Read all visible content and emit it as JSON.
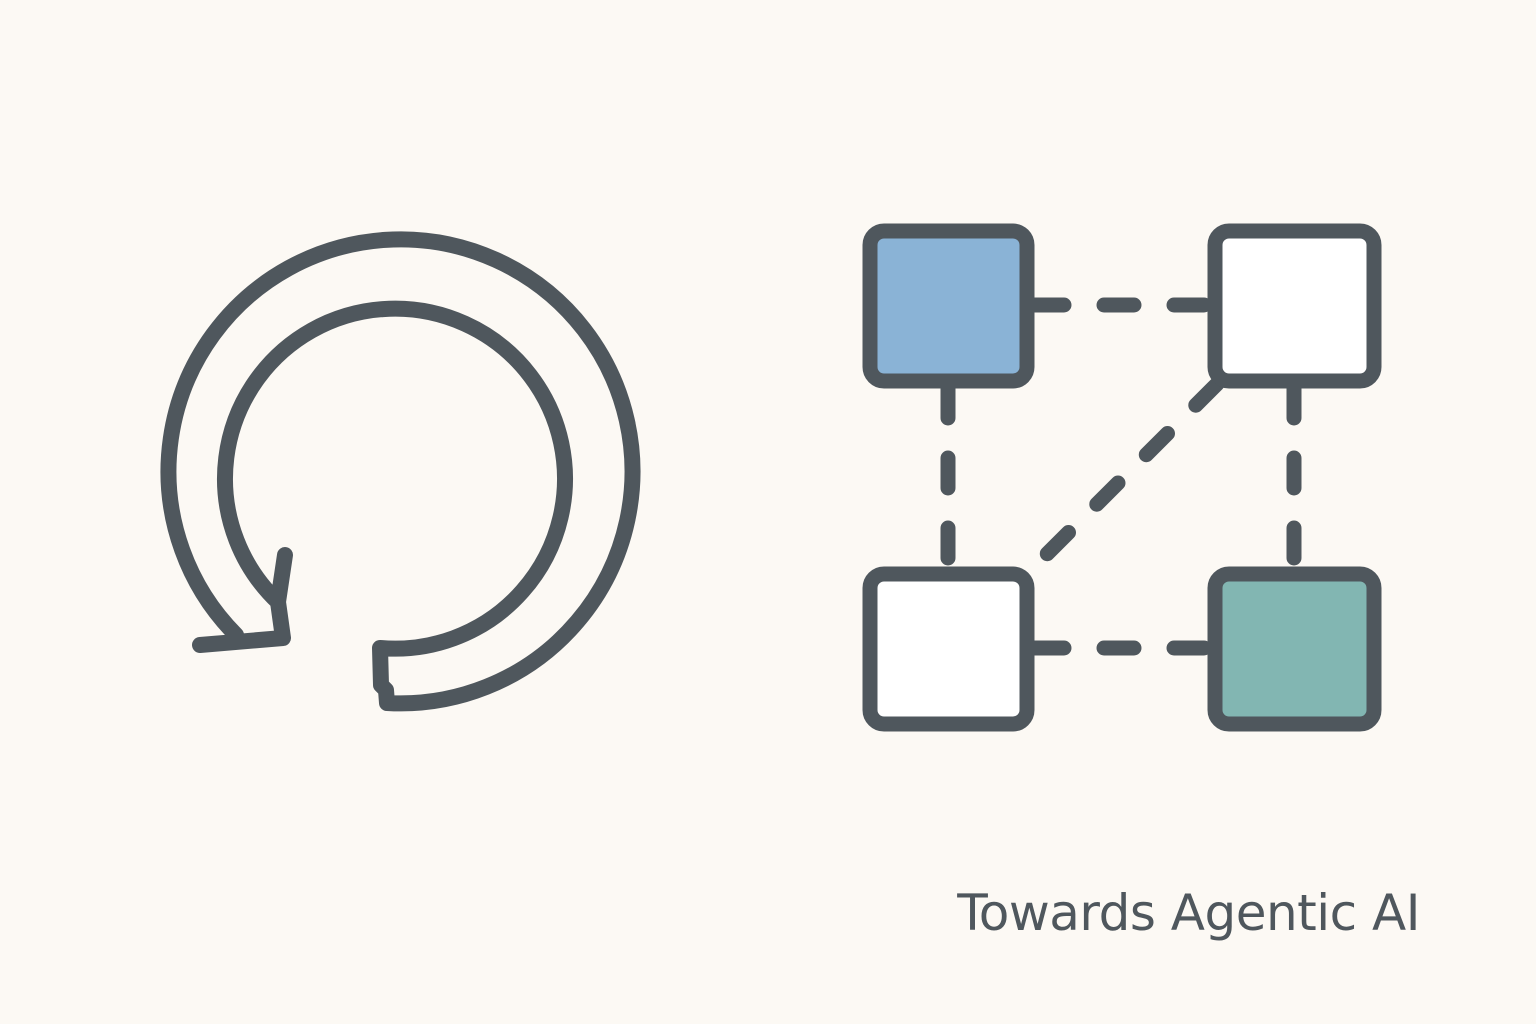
{
  "caption": "Towards Agentic AI",
  "colors": {
    "background": "#FCF9F4",
    "stroke": "#4F575D",
    "node_blue": "#8AB3D6",
    "node_teal": "#82B6B2",
    "node_empty": "#FFFFFF"
  },
  "icons": {
    "loop": "circular-arrow-icon",
    "network": "node-network-icon"
  },
  "network": {
    "nodes": [
      {
        "id": "top-left",
        "fill": "blue"
      },
      {
        "id": "top-right",
        "fill": "empty"
      },
      {
        "id": "bottom-left",
        "fill": "empty"
      },
      {
        "id": "bottom-right",
        "fill": "teal"
      }
    ],
    "edges": [
      {
        "from": "top-left",
        "to": "top-right",
        "style": "dashed"
      },
      {
        "from": "top-left",
        "to": "bottom-left",
        "style": "dashed"
      },
      {
        "from": "top-right",
        "to": "bottom-right",
        "style": "dashed"
      },
      {
        "from": "top-right",
        "to": "bottom-left",
        "style": "dashed"
      },
      {
        "from": "bottom-left",
        "to": "bottom-right",
        "style": "dashed"
      }
    ]
  }
}
